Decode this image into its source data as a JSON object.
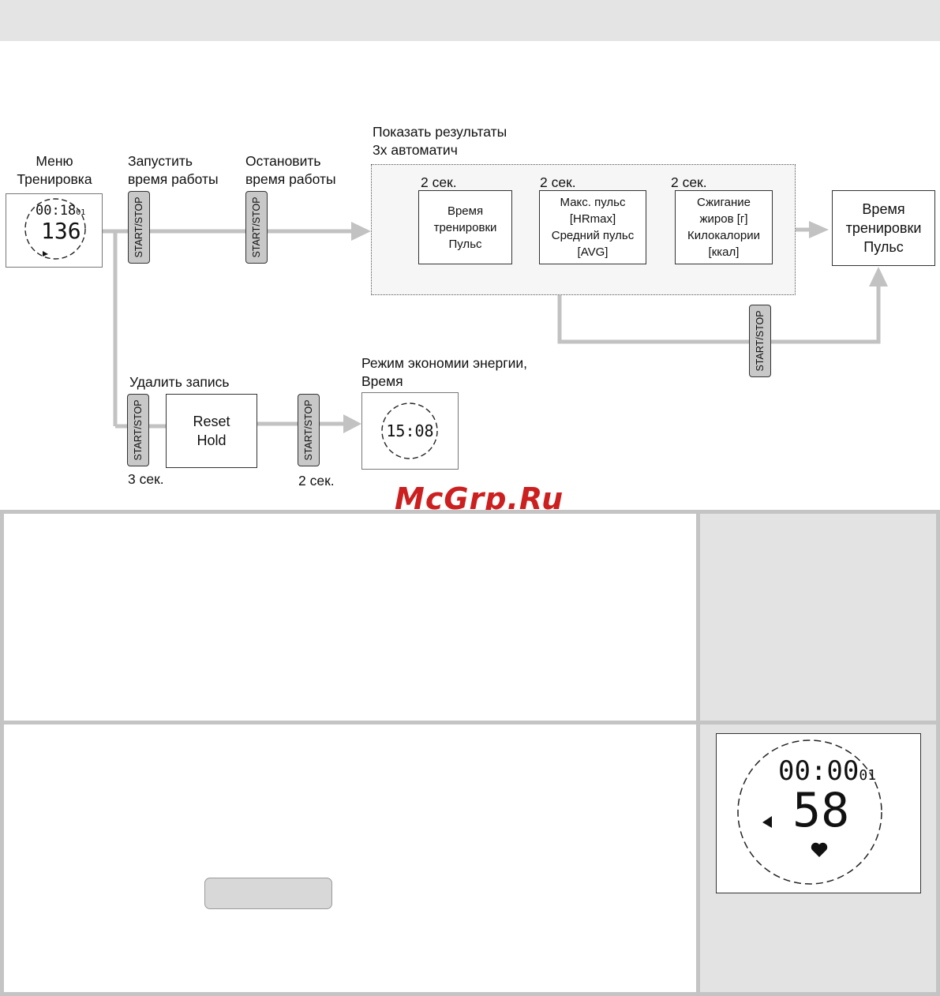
{
  "diagram": {
    "menu_label": [
      "Меню",
      "Тренировка"
    ],
    "start_label": [
      "Запустить",
      "время работы"
    ],
    "stop_label": [
      "Остановить",
      "время работы"
    ],
    "results_label": [
      "Показать результаты",
      "3x автоматич"
    ],
    "delete_label": "Удалить запись",
    "power_save_label": [
      "Режим экономии энергии,",
      "Время"
    ],
    "button_label": "START/STOP",
    "sec2": "2 сек.",
    "sec3": "3 сек.",
    "box_time_pulse": [
      "Время",
      "тренировки",
      "Пульс"
    ],
    "box_max_avg": [
      "Макс. пульс",
      "[HRmax]",
      "Средний пульс",
      "[AVG]"
    ],
    "box_fat_kcal": [
      "Сжигание",
      "жиров [г]",
      "Килокалории",
      "[ккал]"
    ],
    "box_final": [
      "Время",
      "тренировки",
      "Пульс"
    ],
    "box_reset": [
      "Reset",
      "Hold"
    ],
    "watch_menu": {
      "time": "00:18",
      "sub": "01",
      "pulse": "136"
    },
    "watch_power": {
      "time": "15:08"
    }
  },
  "watch_large": {
    "time": "00:00",
    "sub": "01",
    "pulse": "58",
    "heart_icon": "heart-icon"
  },
  "watermark": "McGrp.Ru",
  "colors": {
    "arrow": "#c2c2c2",
    "button": "#c8c8c8",
    "topbar": "#e4e4e4",
    "watermark": "#cc1f1f"
  }
}
